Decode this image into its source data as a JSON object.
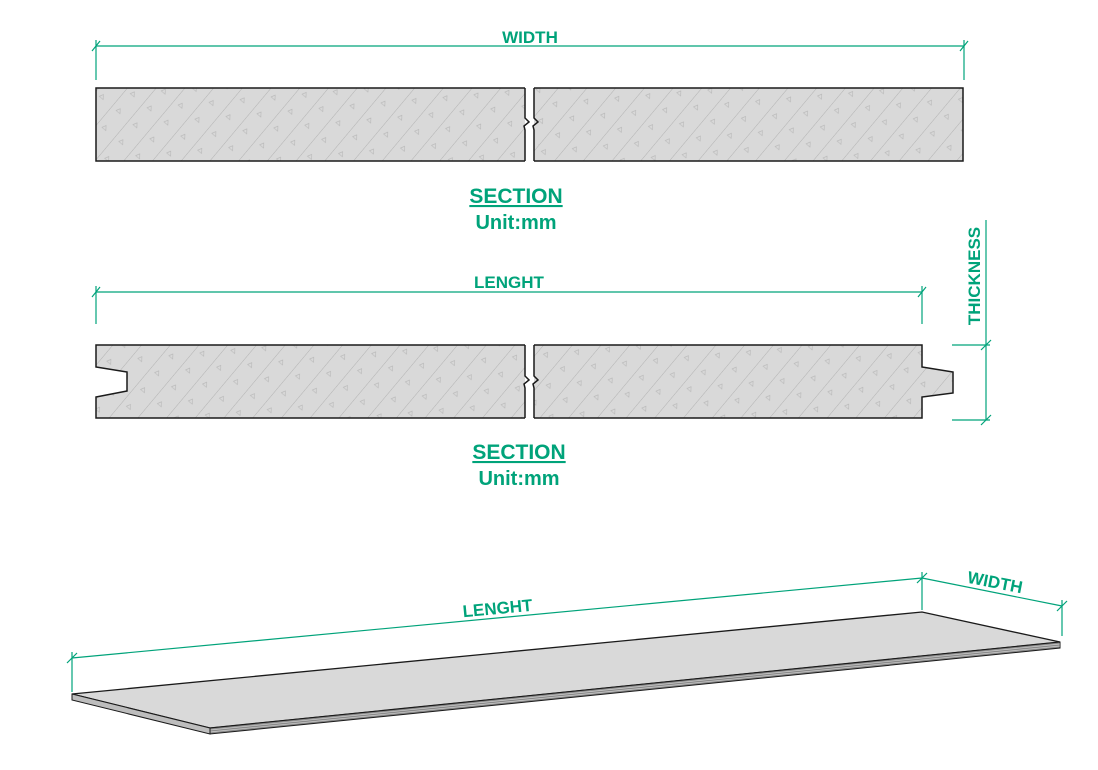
{
  "section_top": {
    "dimension_label": "WIDTH",
    "title": "SECTION",
    "unit": "Unit:mm"
  },
  "section_middle": {
    "dimension_label": "LENGHT",
    "thickness_label": "THICKNESS",
    "title": "SECTION",
    "unit": "Unit:mm"
  },
  "isometric": {
    "length_label": "LENGHT",
    "width_label": "WIDTH"
  },
  "colors": {
    "dimension": "#00a37a",
    "fill": "#d9d9d9",
    "outline": "#1a1a1a"
  }
}
